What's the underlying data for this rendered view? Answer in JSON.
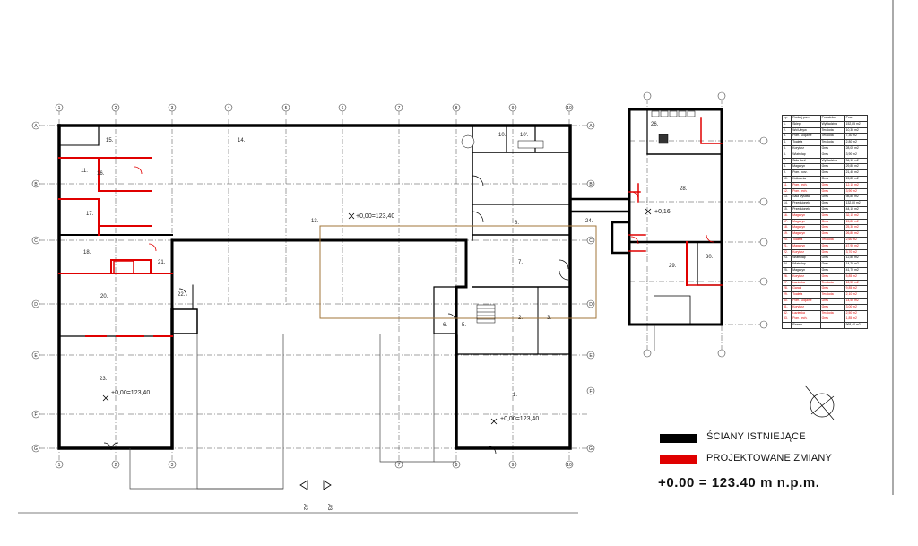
{
  "plan": {
    "axis_labels_letters": [
      "A",
      "B",
      "C",
      "D",
      "E",
      "F",
      "G"
    ],
    "axis_labels_numbers": [
      "1",
      "2",
      "3",
      "4",
      "5",
      "6",
      "7",
      "8",
      "9",
      "10"
    ],
    "room_numbers": [
      "15.",
      "14.",
      "10.",
      "10'.",
      "11.",
      "16.",
      "17.",
      "18.",
      "13.",
      "8.",
      "24.",
      "7.",
      "20.",
      "22.",
      "21.",
      "6.",
      "5.",
      "1.",
      "23.",
      "26.",
      "28.",
      "29.",
      "30.",
      "2.",
      "3."
    ],
    "elevation_marks": [
      "+0,00=123,40",
      "+0,00=123,40",
      "+0,00=123,40",
      "+0,16"
    ],
    "section_labels": [
      "A2",
      "A3"
    ]
  },
  "legend": {
    "existing_walls": "ŚCIANY ISTNIEJĄCE",
    "planned_changes": "PROJEKTOWANE ZMIANY",
    "existing_color": "#000000",
    "planned_color": "#e00000"
  },
  "datum": "+0.00 = 123.40 m n.p.m.",
  "room_table": {
    "headers": [
      "Lp.",
      "Rodzaj pom.",
      "Posadzka",
      "Pow."
    ],
    "rows": [
      [
        "1.",
        "Sklep",
        "Wykładzina",
        "152,85 m2",
        false
      ],
      [
        "2.",
        "Wc/Umyw.",
        "Terakota",
        "10,30 m2",
        false
      ],
      [
        "3.",
        "Pom. socjalne",
        "Terakota",
        "7,30 m2",
        false
      ],
      [
        "4.",
        "Toaleta",
        "Terakota",
        "2,80 m2",
        false
      ],
      [
        "5.",
        "Korytarz",
        "Gres",
        "28,05 m2",
        false
      ],
      [
        "6.",
        "Wiatrołap",
        "Gres",
        "3,90 m2",
        false
      ],
      [
        "7.",
        "Sala konf.",
        "Wykładzina",
        "34,10 m2",
        false
      ],
      [
        "8.",
        "Magazyn",
        "Gres",
        "29,80 m2",
        false
      ],
      [
        "9.",
        "Pom. porz.",
        "Gres",
        "21,40 m2",
        false
      ],
      [
        "10.",
        "Kotłownia",
        "Gres",
        "15,85 m2",
        false
      ],
      [
        "11.",
        "Pom. tech.",
        "Gres",
        "12,10 m2",
        true
      ],
      [
        "12.",
        "Pom. tech.",
        "Gres",
        "3,90 m2",
        true
      ],
      [
        "13.",
        "Sala wystaw.",
        "Gres",
        "98,80 m2",
        false
      ],
      [
        "14.",
        "Przedsionek",
        "Gres",
        "132,80 m2",
        false
      ],
      [
        "15.",
        "Przedsionek",
        "Gres",
        "44,10 m2",
        false
      ],
      [
        "16.",
        "Magazyn",
        "Gres",
        "32,15 m2",
        true
      ],
      [
        "17.",
        "Magazyn",
        "Gres",
        "15,80 m2",
        true
      ],
      [
        "18.",
        "Magazyn",
        "Gres",
        "25,30 m2",
        true
      ],
      [
        "19.",
        "Magazyn",
        "Gres",
        "26,80 m2",
        true
      ],
      [
        "20.",
        "Toaleta",
        "Terakota",
        "2,60 m2",
        true
      ],
      [
        "21.",
        "Magazyn",
        "Gres",
        "47,90 m2",
        true
      ],
      [
        "22.",
        "Korytarz",
        "Gres",
        "3,70 m2",
        true
      ],
      [
        "23.",
        "Wiatrołap",
        "Gres",
        "12,80 m2",
        false
      ],
      [
        "24.",
        "Wiatrołap",
        "Gres",
        "14,20 m2",
        false
      ],
      [
        "25.",
        "Magazyn",
        "Gres",
        "41,70 m2",
        false
      ],
      [
        "26.",
        "Korytarz",
        "Gres",
        "5,85 m2",
        true
      ],
      [
        "27.",
        "Łazienka",
        "Terakota",
        "12,55 m2",
        true
      ],
      [
        "28.",
        "Garaż",
        "Gres",
        "9,85 m2",
        true
      ],
      [
        "29.",
        "Toaleta",
        "Terakota",
        "2,10 m2",
        true
      ],
      [
        "30.",
        "Pom. socjalne",
        "Gres",
        "14,50 m2",
        true
      ],
      [
        "31.",
        "Korytarz",
        "Gres",
        "3,00 m2",
        true
      ],
      [
        "32.",
        "Łazienka",
        "Terakota",
        "2,50 m2",
        true
      ],
      [
        "33.",
        "Pom. tech.",
        "Gres",
        "1,85 m2",
        true
      ],
      [
        "",
        "Razem",
        "",
        "968,40 m2",
        false
      ]
    ]
  }
}
